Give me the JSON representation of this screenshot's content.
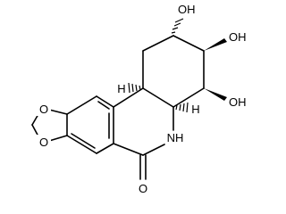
{
  "molecule": {
    "labels": {
      "oh_2": "OH",
      "oh_3": "OH",
      "oh_4": "OH",
      "h_10b": "H",
      "h_4a": "H",
      "nh": "NH",
      "carbonyl_o": "O",
      "dioxole_o_top": "O",
      "dioxole_o_bottom": "O"
    },
    "colors": {
      "ink": "#000000",
      "background": "#ffffff"
    }
  }
}
